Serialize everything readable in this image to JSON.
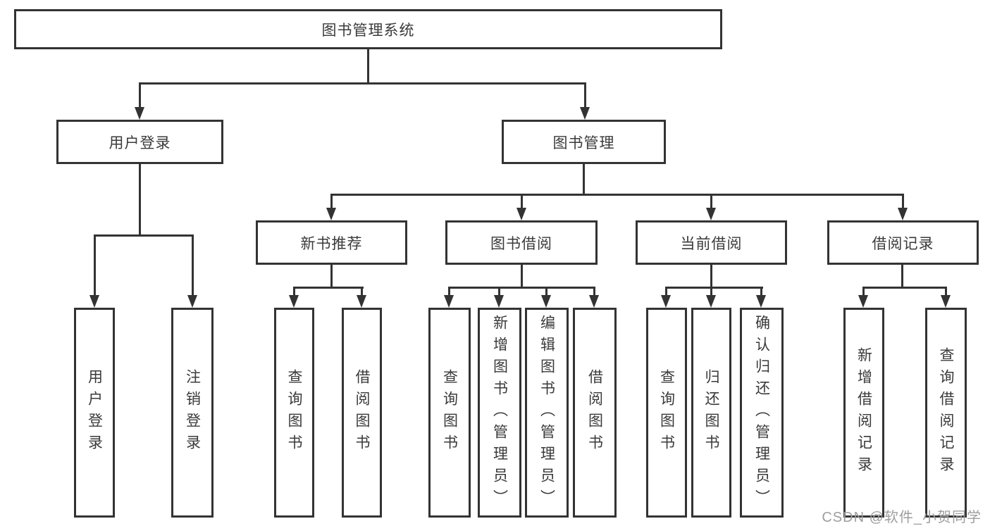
{
  "tree": {
    "root": "图书管理系统",
    "branches": [
      {
        "label": "用户登录",
        "children": [
          "用户登录",
          "注销登录"
        ]
      },
      {
        "label": "图书管理",
        "children": [
          {
            "label": "新书推荐",
            "children": [
              "查询图书",
              "借阅图书"
            ]
          },
          {
            "label": "图书借阅",
            "children": [
              "查询图书",
              "新增图书（管理员）",
              "编辑图书（管理员）",
              "借阅图书"
            ]
          },
          {
            "label": "当前借阅",
            "children": [
              "查询图书",
              "归还图书",
              "确认归还（管理员）"
            ]
          },
          {
            "label": "借阅记录",
            "children": [
              "新增借阅记录",
              "查询借阅记录"
            ]
          }
        ]
      }
    ]
  },
  "watermark": {
    "text": "CSDN @软件_小贺同学"
  },
  "colors": {
    "line": "#333333",
    "text": "#3a3a3a",
    "watermark": "#9e9e9e",
    "background": "#ffffff"
  }
}
